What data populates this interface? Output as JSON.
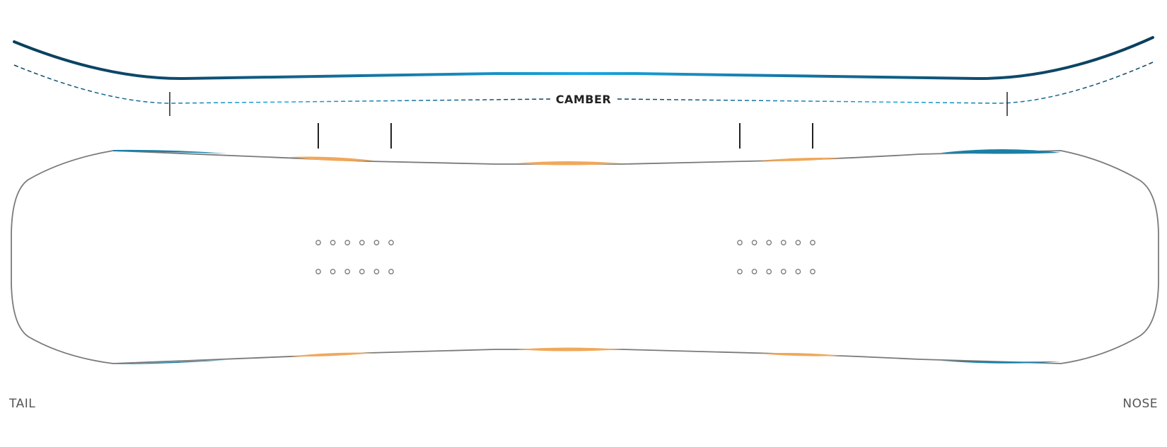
{
  "profile": {
    "label": "CAMBER"
  },
  "ends": {
    "tail_label": "TAIL",
    "nose_label": "NOSE"
  },
  "inserts": {
    "stance_count": 2,
    "rows": 2,
    "holes_per_row": 6
  },
  "colors": {
    "profile_dark": "#0b3f5c",
    "profile_light": "#1aa6e0",
    "board_outline": "#7a7a7a",
    "sidecut_accent": "#f0a85a",
    "edge_accent": "#1b7fa6",
    "marker": "#222222",
    "label_text": "#555555"
  }
}
